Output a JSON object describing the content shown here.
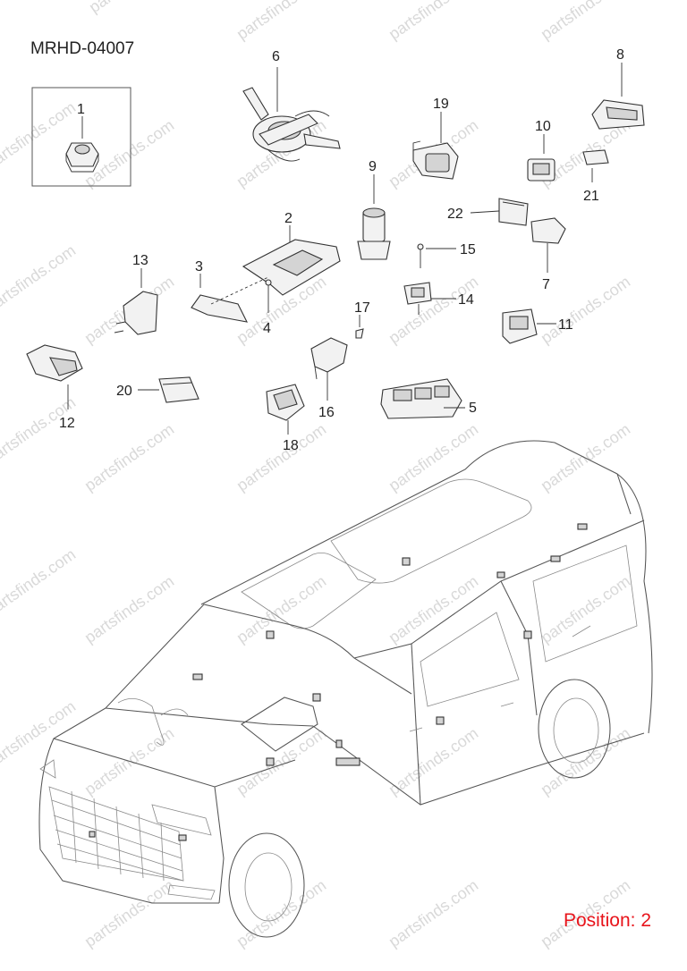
{
  "diagram": {
    "code": "MRHD-04007",
    "position_label": "Position: 2",
    "watermark": "partsfinds.com",
    "callouts": [
      "1",
      "2",
      "3",
      "4",
      "5",
      "6",
      "7",
      "8",
      "9",
      "10",
      "11",
      "12",
      "13",
      "14",
      "15",
      "16",
      "17",
      "18",
      "19",
      "20",
      "21",
      "22"
    ]
  },
  "colors": {
    "position_label": "#e8141b",
    "watermark": "#d9d9d9",
    "line": "#333333"
  }
}
